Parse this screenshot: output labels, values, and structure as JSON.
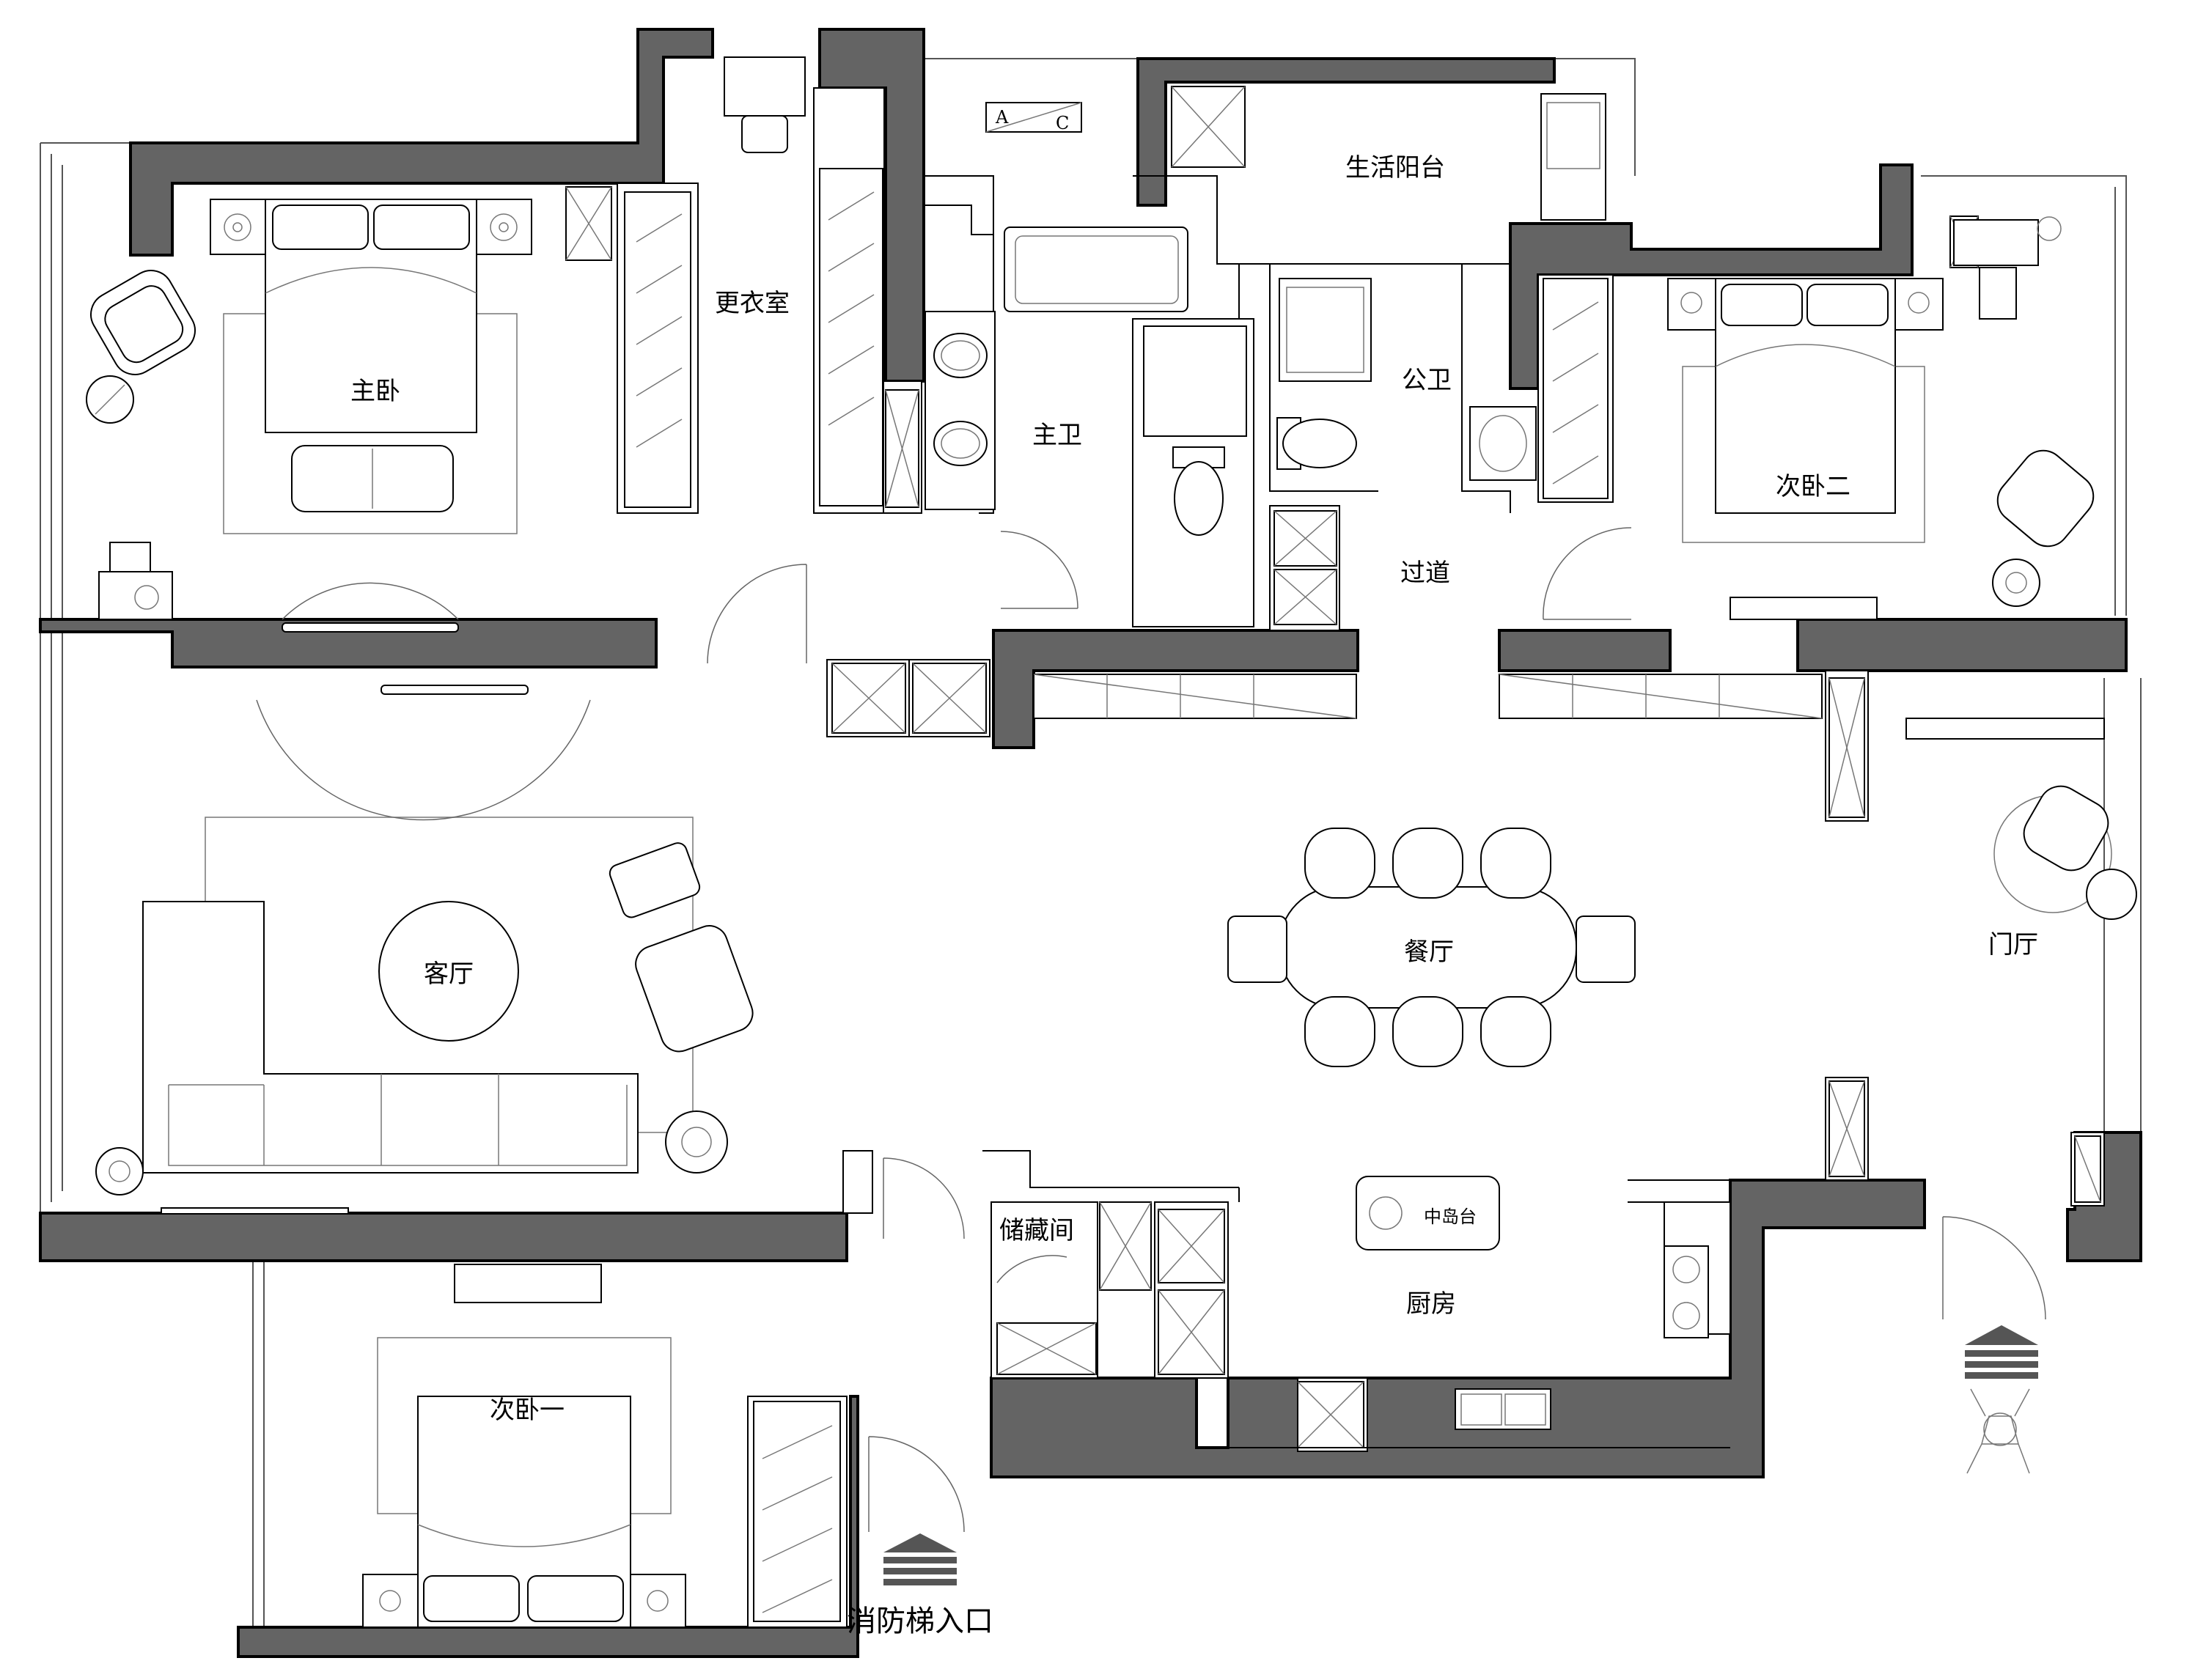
{
  "rooms": {
    "master_bedroom": "主卧",
    "walk_in_closet": "更衣室",
    "master_bath": "主卫",
    "utility_balcony": "生活阳台",
    "public_bath": "公卫",
    "bedroom_two": "次卧二",
    "corridor": "过道",
    "living_room": "客厅",
    "dining_room": "餐厅",
    "foyer": "门厅",
    "storage_room": "储藏间",
    "island": "中岛台",
    "kitchen": "厨房",
    "bedroom_one": "次卧一"
  },
  "entrance": {
    "fire_elevator": "消防梯入口"
  },
  "ac_unit": {
    "left": "A",
    "right": "C"
  },
  "colors": {
    "wall": "#646464",
    "line": "#000000",
    "background": "#ffffff"
  }
}
